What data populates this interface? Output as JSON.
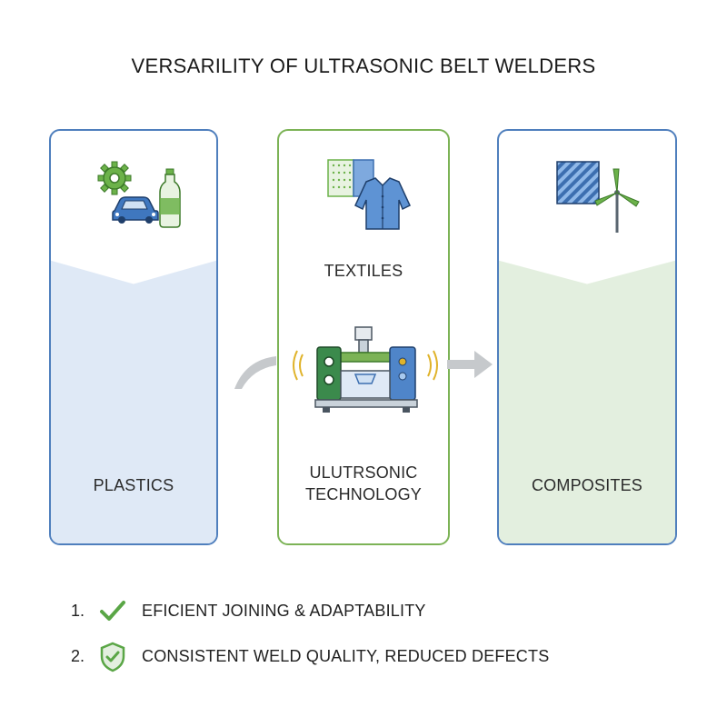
{
  "title": "VERSARILITY OF ULTRASONIC BELT WELDERS",
  "panels": {
    "plastics": {
      "label": "PLASTICS"
    },
    "textiles": {
      "label": "TEXTILES"
    },
    "technology": {
      "line1": "ULUTRSONIC",
      "line2": "TECHNOLOGY"
    },
    "composites": {
      "label": "COMPOSITES"
    }
  },
  "benefits": [
    {
      "number": "1.",
      "text": "EFICIENT JOINING & ADAPTABILITY",
      "icon": "checkmark-icon"
    },
    {
      "number": "2.",
      "text": "CONSISTENT WELD QUALITY, REDUCED DEFECTS",
      "icon": "shield-check-icon"
    }
  ],
  "colors": {
    "blue_border": "#4f7fbd",
    "green_border": "#7cb356",
    "blue_fill": "#dfe9f6",
    "green_fill": "#e3efdf",
    "accent_green": "#5aa646",
    "accent_blue": "#3d6fb0"
  }
}
